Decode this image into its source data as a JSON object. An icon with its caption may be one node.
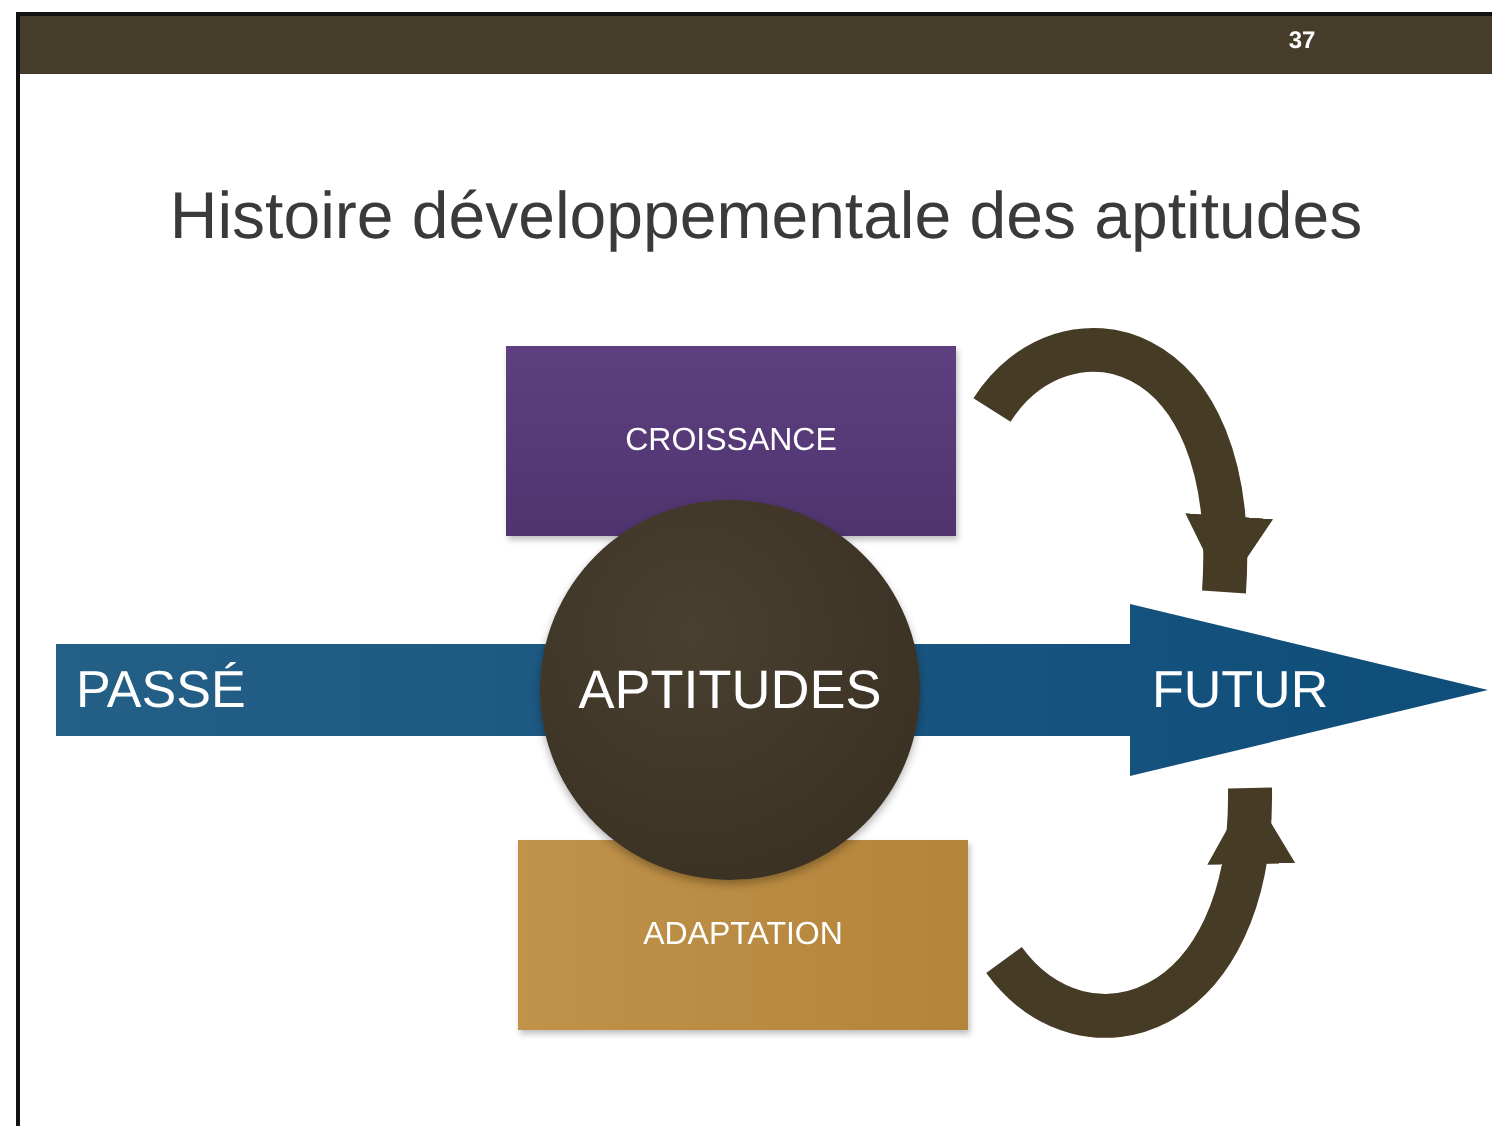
{
  "diagram": {
    "title": "Histoire développementale des aptitudes",
    "nodes": [
      {
        "text": [
          "PASSÉ",
          "FUTUR"
        ]
      },
      {
        "text": [
          "CROISSANCE"
        ]
      },
      {
        "text": [
          "APTITUDES"
        ]
      },
      {
        "text": [
          "ADAPTATION"
        ]
      }
    ],
    "edges": [
      {
        "from": 1,
        "to": 0,
        "arrow": "to"
      },
      {
        "from": 3,
        "to": 0,
        "arrow": "to"
      }
    ],
    "labels": [
      "37"
    ]
  }
}
